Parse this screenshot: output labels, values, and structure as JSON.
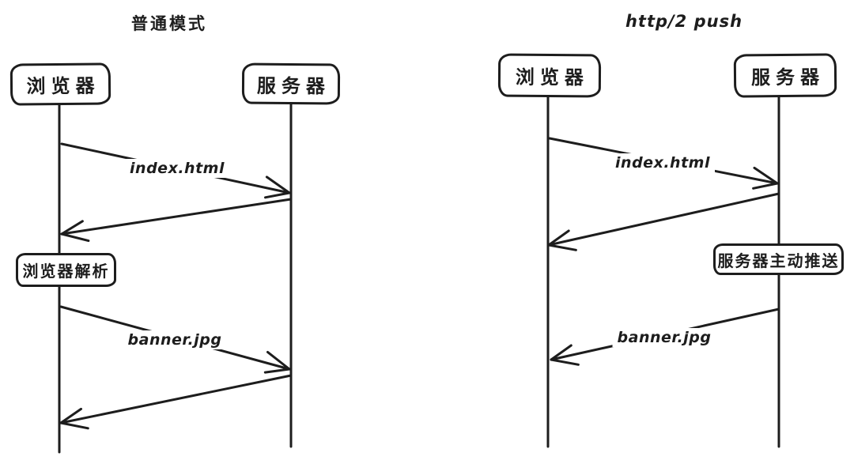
{
  "canvas": {
    "background": "#ffffff",
    "ink": "#1d1d1d"
  },
  "panels": [
    {
      "title": "普通模式",
      "actors": [
        {
          "label": "浏览器"
        },
        {
          "label": "服务器"
        }
      ],
      "messages": [
        {
          "from": "browser",
          "to": "server",
          "label": "index.html"
        },
        {
          "from": "server",
          "to": "browser",
          "label": ""
        },
        {
          "from": "browser",
          "to": "server",
          "label": "banner.jpg"
        },
        {
          "from": "server",
          "to": "browser",
          "label": ""
        }
      ],
      "note": {
        "label": "浏览器解析",
        "attached_to": "browser"
      }
    },
    {
      "title": "http/2 push",
      "actors": [
        {
          "label": "浏览器"
        },
        {
          "label": "服务器"
        }
      ],
      "messages": [
        {
          "from": "browser",
          "to": "server",
          "label": "index.html"
        },
        {
          "from": "server",
          "to": "browser",
          "label": ""
        },
        {
          "from": "server",
          "to": "browser",
          "label": "banner.jpg"
        }
      ],
      "note": {
        "label": "服务器主动推送",
        "attached_to": "server"
      }
    }
  ]
}
